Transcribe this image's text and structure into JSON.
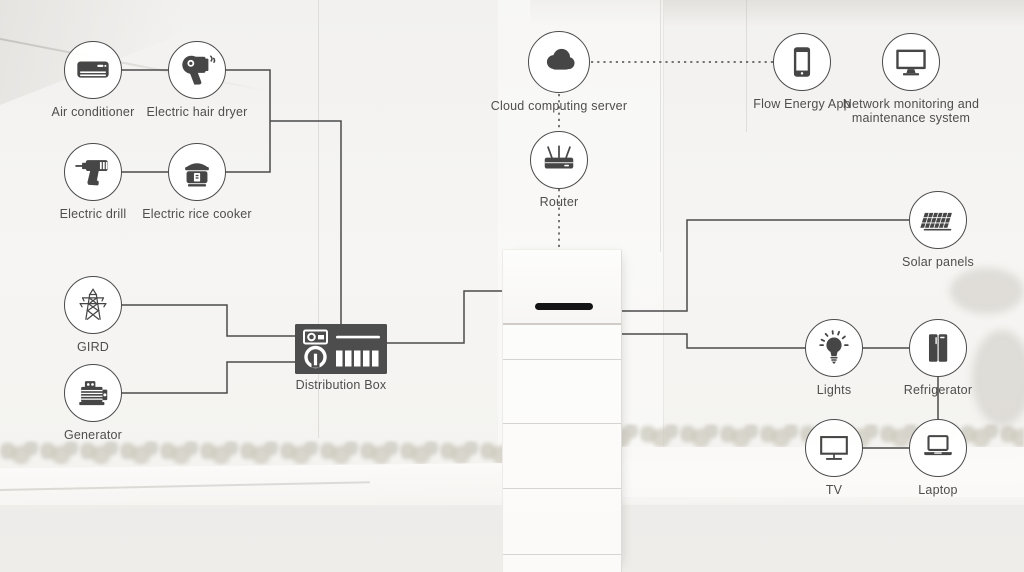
{
  "diagram": {
    "type": "home-energy-storage-system-topology",
    "colors": {
      "line": "#4b4b4b",
      "icon": "#464646",
      "label": "#4f4e4c",
      "distribution_box_fill": "#4d4d4d",
      "battery_white": "#fcfcfb",
      "slot_black": "#141414",
      "background": "#f3f2ef"
    }
  },
  "nodes": [
    {
      "id": "air-conditioner",
      "label": "Air conditioner",
      "icon": "air-conditioner-icon"
    },
    {
      "id": "hair-dryer",
      "label": "Electric hair dryer",
      "icon": "hair-dryer-icon"
    },
    {
      "id": "electric-drill",
      "label": "Electric drill",
      "icon": "drill-icon"
    },
    {
      "id": "rice-cooker",
      "label": "Electric rice cooker",
      "icon": "rice-cooker-icon"
    },
    {
      "id": "grid",
      "label": "GIRD",
      "icon": "transmission-tower-icon"
    },
    {
      "id": "generator",
      "label": "Generator",
      "icon": "generator-icon"
    },
    {
      "id": "cloud-server",
      "label": "Cloud computing server",
      "icon": "cloud-icon"
    },
    {
      "id": "router",
      "label": "Router",
      "icon": "router-icon"
    },
    {
      "id": "energy-app",
      "label": "Flow Energy App",
      "icon": "smartphone-icon"
    },
    {
      "id": "monitoring-system",
      "label": "Network monitoring and maintenance system",
      "icon": "monitor-icon"
    },
    {
      "id": "solar-panels",
      "label": "Solar panels",
      "icon": "solar-panel-icon"
    },
    {
      "id": "lights",
      "label": "Lights",
      "icon": "light-bulb-icon"
    },
    {
      "id": "refrigerator",
      "label": "Refrigerator",
      "icon": "refrigerator-icon"
    },
    {
      "id": "tv",
      "label": "TV",
      "icon": "tv-icon"
    },
    {
      "id": "laptop",
      "label": "Laptop",
      "icon": "laptop-icon"
    }
  ],
  "distribution_box": {
    "label": "Distribution Box",
    "icon": "distribution-box-icon"
  },
  "edges": [
    {
      "from": "air-conditioner",
      "to": "hair-dryer",
      "style": "solid"
    },
    {
      "from": "electric-drill",
      "to": "rice-cooker",
      "style": "solid"
    },
    {
      "from": "hair-dryer",
      "to": "distribution-box",
      "style": "solid"
    },
    {
      "from": "rice-cooker",
      "to": "distribution-box",
      "style": "solid"
    },
    {
      "from": "grid",
      "to": "distribution-box",
      "style": "solid"
    },
    {
      "from": "generator",
      "to": "distribution-box",
      "style": "solid"
    },
    {
      "from": "distribution-box",
      "to": "battery-stack",
      "style": "solid"
    },
    {
      "from": "battery-stack",
      "to": "solar-panels",
      "style": "solid"
    },
    {
      "from": "battery-stack",
      "to": "lights",
      "style": "solid"
    },
    {
      "from": "lights",
      "to": "refrigerator",
      "style": "solid"
    },
    {
      "from": "refrigerator",
      "to": "laptop",
      "style": "solid"
    },
    {
      "from": "tv",
      "to": "laptop",
      "style": "solid"
    },
    {
      "from": "cloud-server",
      "to": "energy-app",
      "style": "dashed"
    },
    {
      "from": "cloud-server",
      "to": "router",
      "style": "dashed"
    },
    {
      "from": "router",
      "to": "battery-stack",
      "style": "dashed"
    }
  ]
}
